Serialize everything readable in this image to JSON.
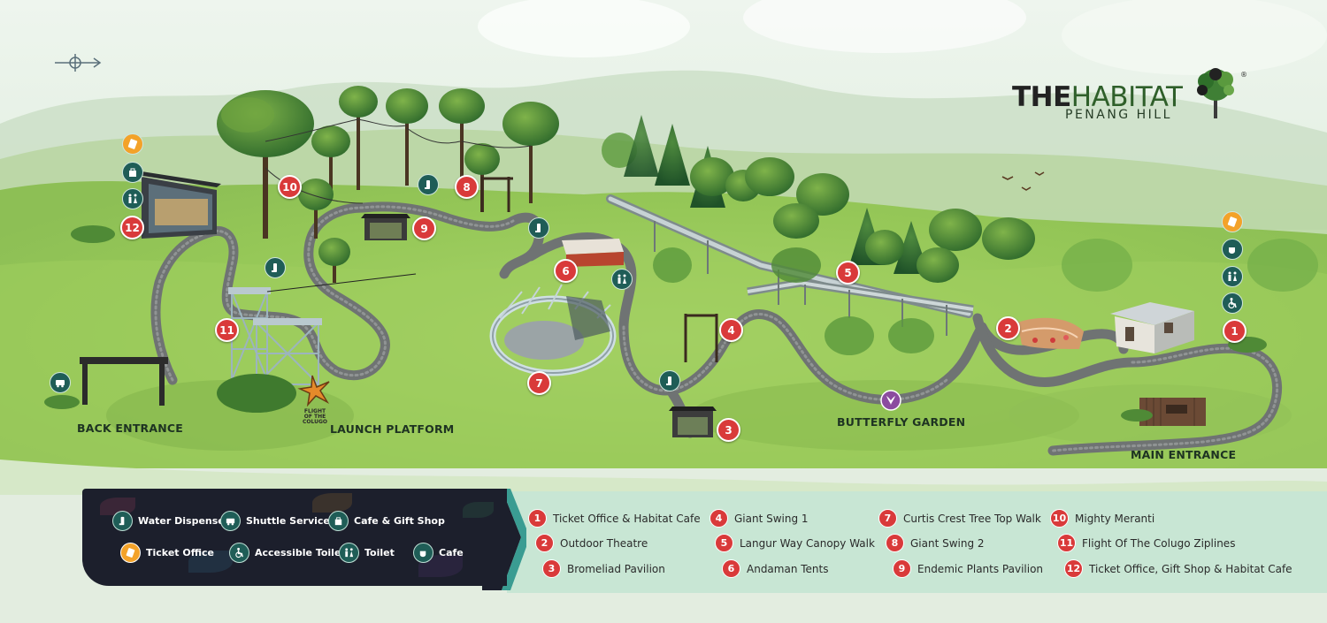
{
  "logo": {
    "title_the": "THE",
    "title_habitat": "HABITAT",
    "subtitle": "PENANG HILL",
    "registered": "®"
  },
  "map_labels": {
    "back_entrance": "BACK ENTRANCE",
    "launch_platform": "LAUNCH PLATFORM",
    "butterfly_garden": "BUTTERFLY GARDEN",
    "main_entrance": "MAIN ENTRANCE"
  },
  "colugo_logo_text": "FLIGHT OF THE COLUGO",
  "markers": [
    "1",
    "2",
    "3",
    "4",
    "5",
    "6",
    "7",
    "8",
    "9",
    "10",
    "11",
    "12"
  ],
  "legend_icons": [
    {
      "icon": "water-dispenser-icon",
      "label": "Water Dispenser"
    },
    {
      "icon": "shuttle-icon",
      "label": "Shuttle Service"
    },
    {
      "icon": "gift-shop-icon",
      "label": "Cafe & Gift Shop"
    },
    {
      "icon": "ticket-icon",
      "label": "Ticket Office"
    },
    {
      "icon": "accessible-toilet-icon",
      "label": "Accessible Toilet"
    },
    {
      "icon": "toilet-icon",
      "label": "Toilet"
    },
    {
      "icon": "cafe-icon",
      "label": "Cafe"
    }
  ],
  "points_of_interest": [
    {
      "num": "1",
      "label": "Ticket Office & Habitat Cafe"
    },
    {
      "num": "2",
      "label": "Outdoor Theatre"
    },
    {
      "num": "3",
      "label": "Bromeliad Pavilion"
    },
    {
      "num": "4",
      "label": "Giant Swing 1"
    },
    {
      "num": "5",
      "label": "Langur Way Canopy Walk"
    },
    {
      "num": "6",
      "label": "Andaman Tents"
    },
    {
      "num": "7",
      "label": "Curtis Crest Tree Top Walk"
    },
    {
      "num": "8",
      "label": "Giant Swing 2"
    },
    {
      "num": "9",
      "label": "Endemic Plants Pavilion"
    },
    {
      "num": "10",
      "label": "Mighty Meranti"
    },
    {
      "num": "11",
      "label": "Flight Of The Colugo Ziplines"
    },
    {
      "num": "12",
      "label": "Ticket Office, Gift Shop & Habitat Cafe"
    }
  ],
  "colors": {
    "marker_red": "#d93a3a",
    "icon_teal": "#1f5d57",
    "ticket_orange": "#f3a229",
    "legend_dark": "#1c1f2c",
    "legend_light": "#c8e6d4",
    "path_gray": "#6f7373"
  }
}
